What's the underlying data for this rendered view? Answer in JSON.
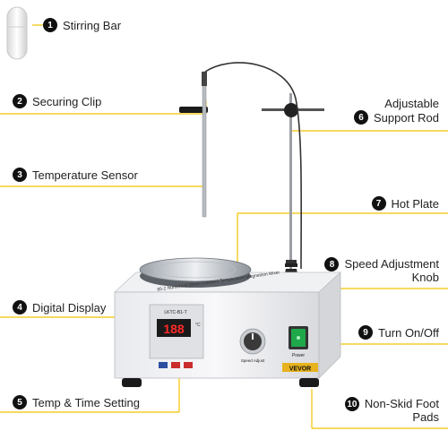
{
  "callouts": [
    {
      "num": "1",
      "label": "Stirring Bar"
    },
    {
      "num": "2",
      "label": "Securing Clip"
    },
    {
      "num": "3",
      "label": "Temperature Sensor"
    },
    {
      "num": "4",
      "label": "Digital Display"
    },
    {
      "num": "5",
      "label": "Temp & Time Setting"
    },
    {
      "num": "6",
      "label_line1": "Adjustable",
      "label_line2": "Support Rod"
    },
    {
      "num": "7",
      "label": "Hot Plate"
    },
    {
      "num": "8",
      "label_line1": "Speed Adjustment",
      "label_line2": "Knob"
    },
    {
      "num": "9",
      "label": "Turn On/Off"
    },
    {
      "num": "10",
      "label_line1": "Non-Skid Foot",
      "label_line2": "Pads"
    }
  ],
  "device": {
    "top_label": "85-2 Numerical Show Constant Temperature Magnetism Mixer",
    "display_model": "LKTC-B1-T",
    "display_value": "188",
    "display_unit": "°C",
    "knob_label": "Speed Adjust",
    "power_label": "Power",
    "brand": "VEVOR"
  },
  "colors": {
    "leader_line": "#f2c200",
    "badge": "#111111",
    "switch_green": "#1fa84a",
    "display_red": "#ff2a2a"
  }
}
